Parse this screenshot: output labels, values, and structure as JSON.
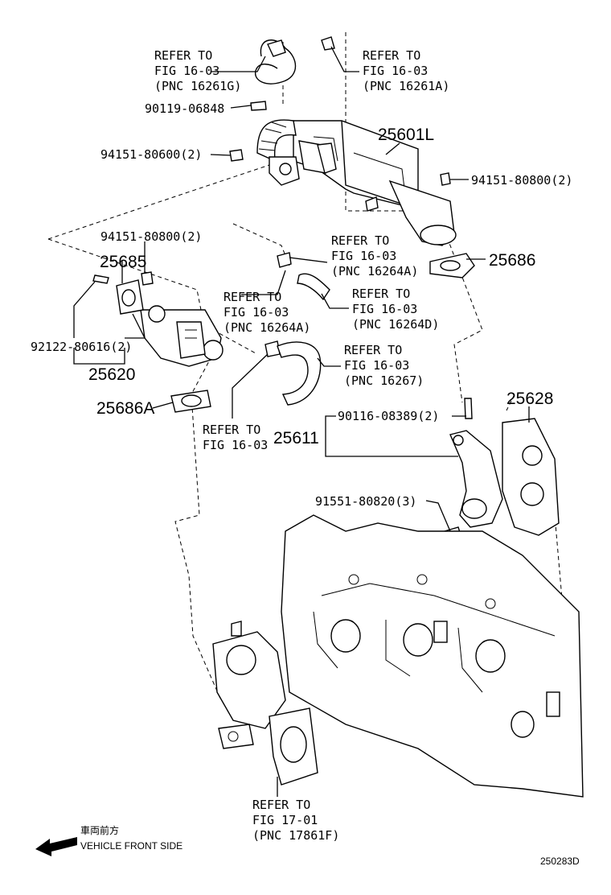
{
  "callouts": [
    {
      "id": "c1",
      "lines": [
        "REFER TO",
        "FIG 16-03",
        "(PNC 16261G)"
      ]
    },
    {
      "id": "c2",
      "lines": [
        "REFER TO",
        "FIG 16-03",
        "(PNC 16261A)"
      ]
    },
    {
      "id": "c3",
      "lines": [
        "90119-06848"
      ]
    },
    {
      "id": "c4",
      "lines": [
        "94151-80600(2)"
      ]
    },
    {
      "id": "c5",
      "lines": [
        "94151-80800(2)"
      ]
    },
    {
      "id": "c6",
      "lines": [
        "94151-80800(2)"
      ]
    },
    {
      "id": "c7",
      "lines": [
        "REFER TO",
        "FIG 16-03",
        "(PNC 16264A)"
      ]
    },
    {
      "id": "c8",
      "lines": [
        "REFER TO",
        "FIG 16-03",
        "(PNC 16264A)"
      ]
    },
    {
      "id": "c9",
      "lines": [
        "REFER TO",
        "FIG 16-03",
        "(PNC 16264D)"
      ]
    },
    {
      "id": "c10",
      "lines": [
        "92122-80616(2)"
      ]
    },
    {
      "id": "c11",
      "lines": [
        "REFER TO",
        "FIG 16-03",
        "(PNC 16267)"
      ]
    },
    {
      "id": "c12",
      "lines": [
        "90116-08389(2)"
      ]
    },
    {
      "id": "c13",
      "lines": [
        "REFER TO",
        "FIG 16-03"
      ]
    },
    {
      "id": "c14",
      "lines": [
        "91551-80820(3)"
      ]
    },
    {
      "id": "c15",
      "lines": [
        "REFER TO",
        "FIG 17-01",
        "(PNC 17861F)"
      ]
    }
  ],
  "part_numbers": [
    {
      "id": "p25601L",
      "text": "25601L"
    },
    {
      "id": "p25685",
      "text": "25685"
    },
    {
      "id": "p25686",
      "text": "25686"
    },
    {
      "id": "p25620",
      "text": "25620"
    },
    {
      "id": "p25686A",
      "text": "25686A"
    },
    {
      "id": "p25628",
      "text": "25628"
    },
    {
      "id": "p25611",
      "text": "25611"
    }
  ],
  "direction": {
    "japanese": "車両前方",
    "english": "VEHICLE FRONT SIDE",
    "icon": "arrow-left-icon"
  },
  "figure_code": "250283D"
}
